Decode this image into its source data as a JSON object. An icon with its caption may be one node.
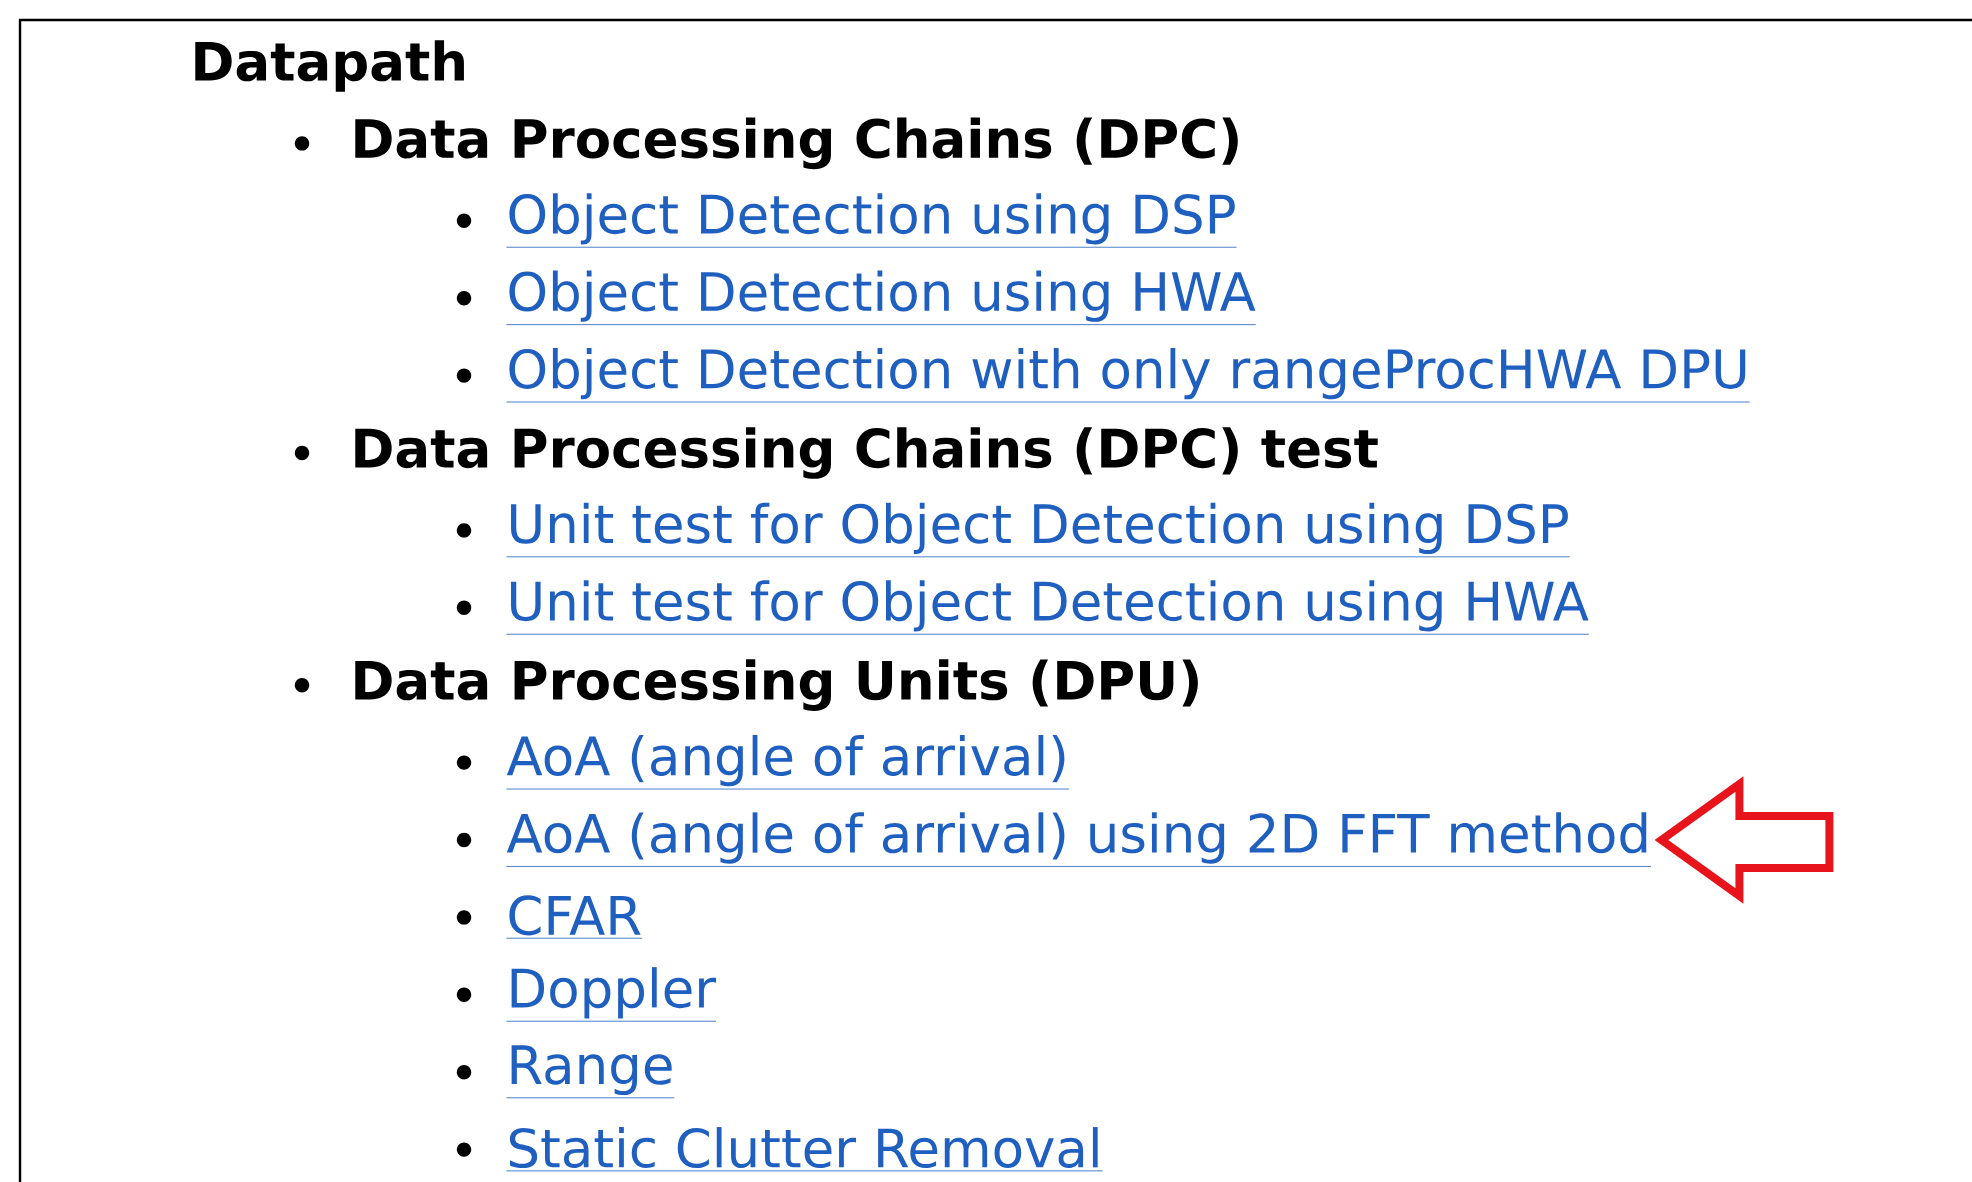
{
  "diagram": {
    "nodes": [
      {
        "text": [
          "Datapath"
        ]
      },
      {
        "text": [
          "Data Processing Chains (DPC)"
        ]
      },
      {
        "text": [
          "Object Detection using DSP"
        ]
      },
      {
        "text": [
          "Object Detection using HWA"
        ]
      },
      {
        "text": [
          "Object Detection with only rangeProcHWA DPU"
        ]
      },
      {
        "text": [
          "Data Processing Chains (DPC) test"
        ]
      },
      {
        "text": [
          "Unit test for Object Detection using DSP"
        ]
      },
      {
        "text": [
          "Unit test for Object Detection using HWA"
        ]
      },
      {
        "text": [
          "Data Processing Units (DPU)"
        ]
      },
      {
        "text": [
          "AoA (angle of arrival)"
        ]
      },
      {
        "text": [
          "AoA (angle of arrival) using 2D FFT method"
        ]
      },
      {
        "text": [
          "CFAR"
        ]
      },
      {
        "text": [
          "Doppler"
        ]
      },
      {
        "text": [
          "Range"
        ]
      },
      {
        "text": [
          "Static Clutter Removal"
        ]
      }
    ],
    "edges": [
      {
        "from": null,
        "to": 10,
        "arrow": "to",
        "style": "thick",
        "color": "#e8141c"
      }
    ]
  }
}
